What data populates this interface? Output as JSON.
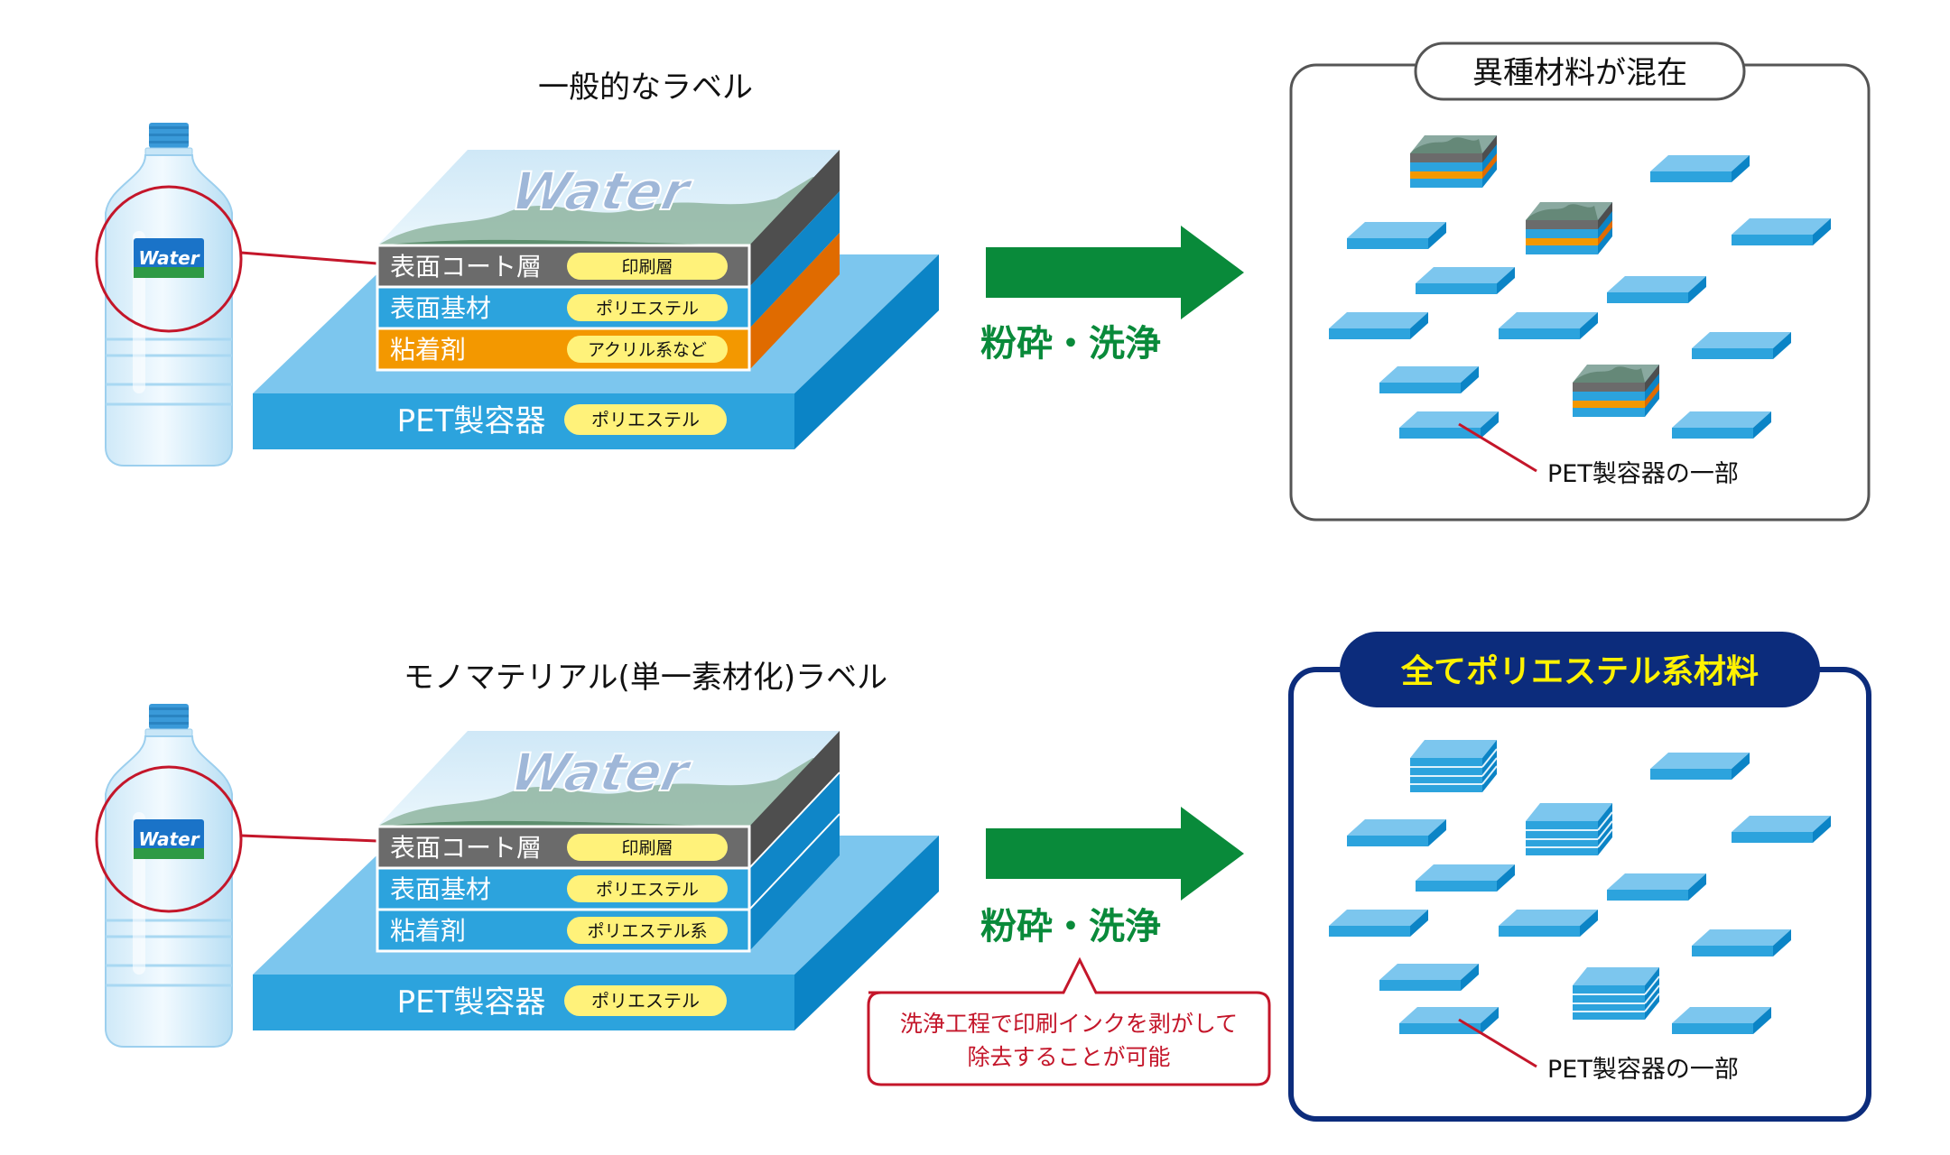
{
  "top": {
    "label_title": "一般的なラベル",
    "layer_coat": "表面コート層",
    "layer_coat_pill": "印刷層",
    "layer_base": "表面基材",
    "layer_base_pill": "ポリエステル",
    "layer_adhesive": "粘着剤",
    "layer_adhesive_pill": "アクリル系など",
    "container": "PET製容器",
    "container_pill": "ポリエステル",
    "bottle_label": "Water",
    "label_art": "Water",
    "process": "粉砕・洗浄",
    "result_title": "異種材料が混在",
    "result_note": "PET製容器の一部"
  },
  "bottom": {
    "label_title": "モノマテリアル(単一素材化)ラベル",
    "layer_coat": "表面コート層",
    "layer_coat_pill": "印刷層",
    "layer_base": "表面基材",
    "layer_base_pill": "ポリエステル",
    "layer_adhesive": "粘着剤",
    "layer_adhesive_pill": "ポリエステル系",
    "container": "PET製容器",
    "container_pill": "ポリエステル",
    "bottle_label": "Water",
    "label_art": "Water",
    "process": "粉砕・洗浄",
    "callout_line1": "洗浄工程で印刷インクを剥がして",
    "callout_line2": "除去することが可能",
    "result_title": "全てポリエステル系材料",
    "result_note": "PET製容器の一部"
  },
  "colors": {
    "pet_front": "#2ca3dd",
    "pet_top": "#7cc6ee",
    "pet_side": "#0b84c6",
    "coat": "#6b6b6b",
    "coat_side": "#4e4e4e",
    "base": "#2ca3dd",
    "base_side": "#0f86c8",
    "adhesive": "#f39800",
    "adhesive_side": "#e06b00",
    "pill": "#fff27a",
    "arrow": "#098a3a",
    "process_text": "#098a3a",
    "red": "#c4162a",
    "navy": "#0c2c7c",
    "navy_title_text": "#fff200"
  },
  "icons": [
    "bottle-icon",
    "arrow-right-icon",
    "flake-icon",
    "layered-chip-icon"
  ]
}
